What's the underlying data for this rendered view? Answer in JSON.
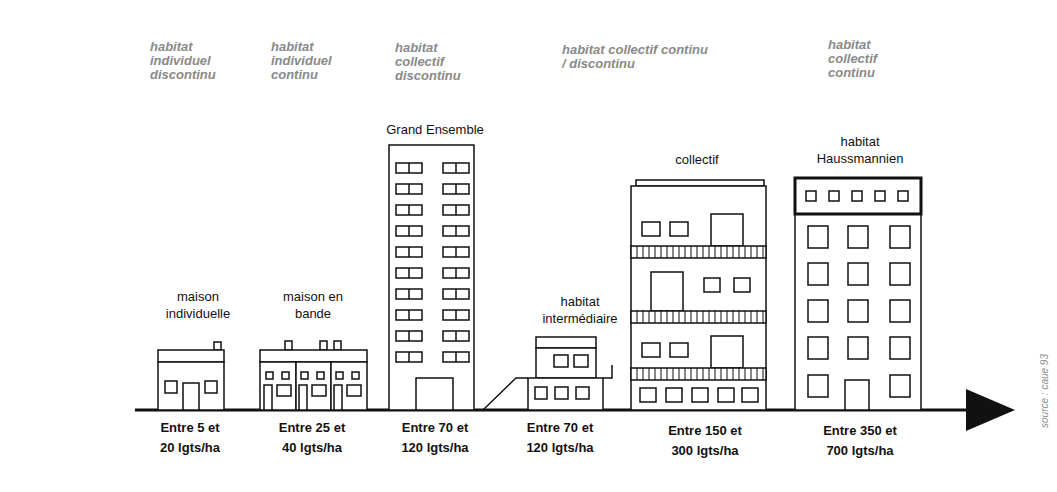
{
  "diagram": {
    "nodes": [
      {
        "text": [
          "maison individuelle"
        ]
      },
      {
        "text": [
          "maison en bande"
        ]
      },
      {
        "text": [
          "Grand Ensemble"
        ]
      },
      {
        "text": [
          "habitat intermédiaire"
        ]
      },
      {
        "text": [
          "collectif"
        ]
      },
      {
        "text": [
          "habitat Haussmannien"
        ]
      }
    ],
    "labels": [
      "habitat individuel discontinu",
      "habitat individuel continu",
      "habitat collectif discontinu",
      "habitat collectif continu / discontinu",
      "habitat collectif continu",
      "Entre 5 et 20 lgts/ha",
      "Entre 25 et 40 lgts/ha",
      "Entre 70 et 120 lgts/ha",
      "Entre 70 et 120 lgts/ha",
      "Entre 150 et 300 lgts/ha",
      "Entre 350 et 700 lgts/ha",
      "source : caue 93"
    ]
  }
}
